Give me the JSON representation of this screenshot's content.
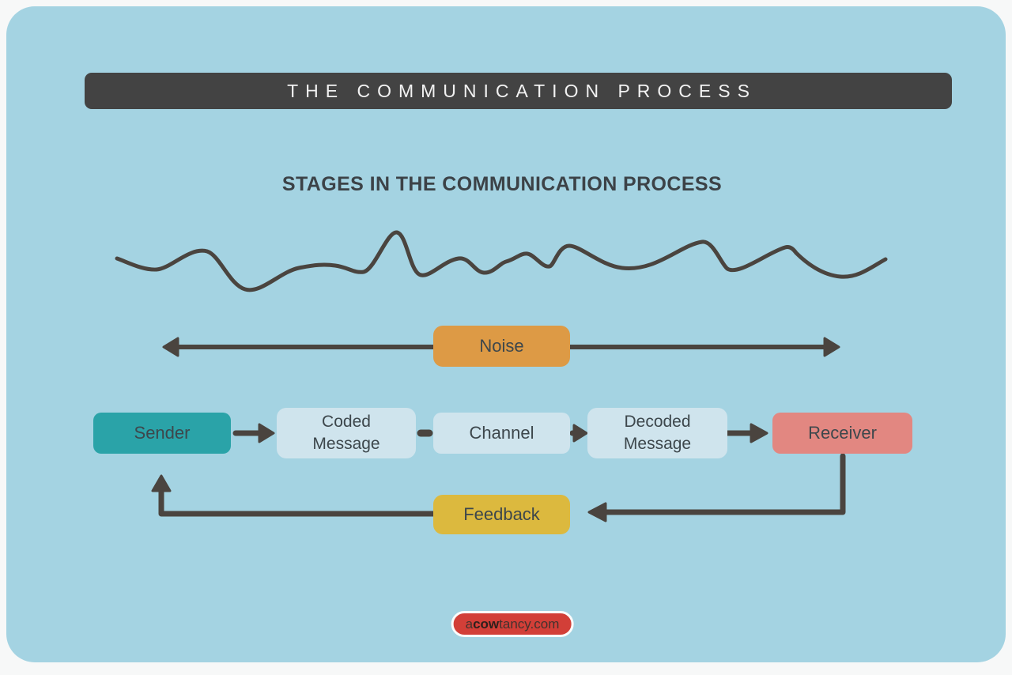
{
  "page": {
    "title_bar": "THE COMMUNICATION PROCESS",
    "subtitle": "STAGES IN THE COMMUNICATION PROCESS"
  },
  "colors": {
    "frame_bg": "#f7f8f8",
    "canvas_bg": "#a4d3e2",
    "header_bg": "#434343",
    "header_text": "#f2f2f2",
    "line": "#4a443f",
    "label_text": "#3d474c"
  },
  "diagram": {
    "noise": {
      "label": "Noise",
      "color": "#dd9a45"
    },
    "feedback": {
      "label": "Feedback",
      "color": "#dcb93e"
    },
    "stages": [
      {
        "id": "sender",
        "label": "Sender",
        "color": "#2aa3a8"
      },
      {
        "id": "coded-message",
        "label": "Coded Message",
        "color": "#cfe4ed"
      },
      {
        "id": "channel",
        "label": "Channel",
        "color": "#cfe4ed"
      },
      {
        "id": "decoded-message",
        "label": "Decoded Message",
        "color": "#cfe4ed"
      },
      {
        "id": "receiver",
        "label": "Receiver",
        "color": "#e28781"
      }
    ]
  },
  "brand": {
    "prefix": "a",
    "highlight": "cow",
    "suffix": "tancy.com",
    "pill_color": "#d23f38"
  }
}
